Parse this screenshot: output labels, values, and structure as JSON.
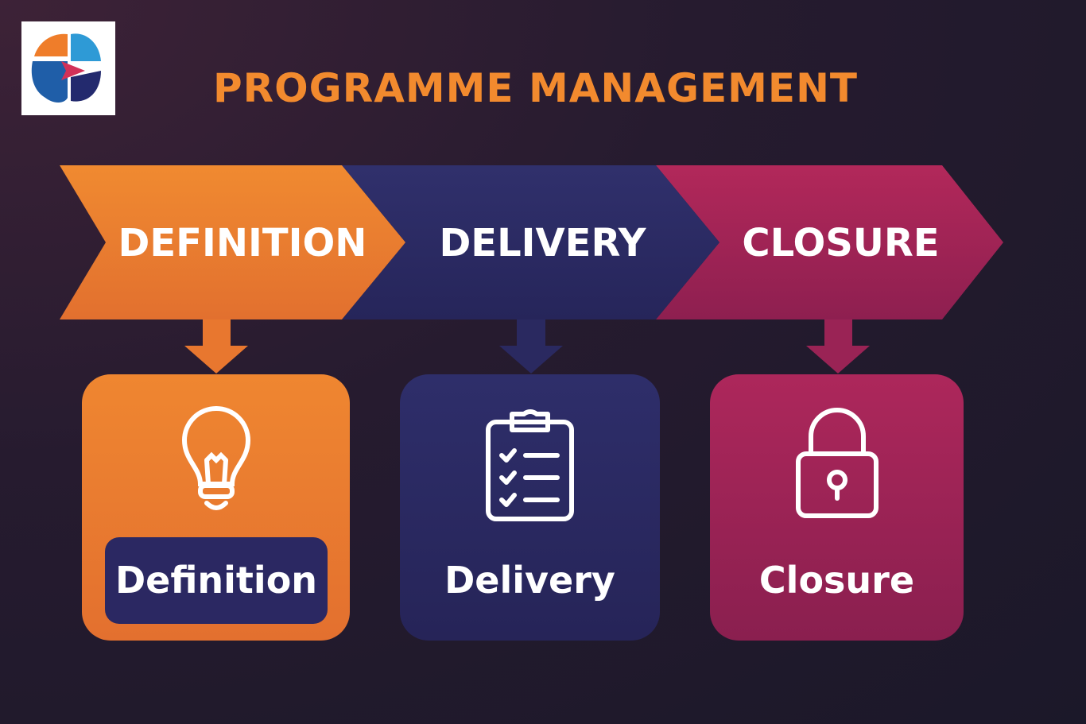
{
  "header": {
    "title": "PROGRAMME MANAGEMENT",
    "logo": "brain-play-logo"
  },
  "phases": [
    {
      "label": "DEFINITION",
      "card_label": "Definition",
      "icon": "lightbulb-icon",
      "color": "#ec7d2f"
    },
    {
      "label": "DELIVERY",
      "card_label": "Delivery",
      "icon": "clipboard-checklist-icon",
      "color": "#2c2b66"
    },
    {
      "label": "CLOSURE",
      "card_label": "Closure",
      "icon": "padlock-icon",
      "color": "#a3245a"
    }
  ]
}
